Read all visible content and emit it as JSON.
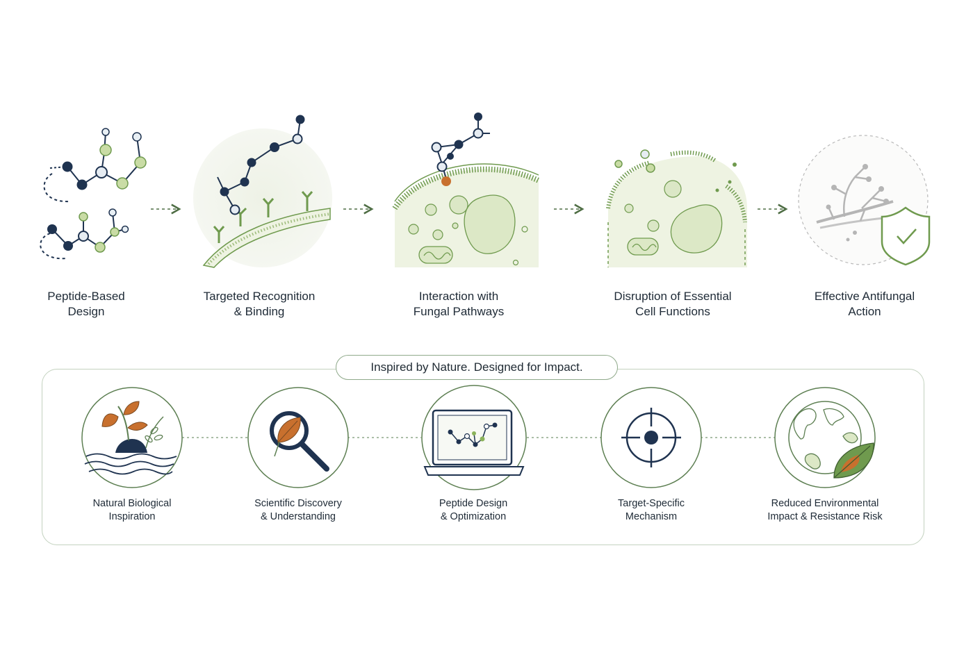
{
  "process": {
    "steps": [
      {
        "line1": "Peptide-Based",
        "line2": "Design"
      },
      {
        "line1": "Targeted Recognition",
        "line2": "& Binding"
      },
      {
        "line1": "Interaction with",
        "line2": "Fungal Pathways"
      },
      {
        "line1": "Disruption of Essential",
        "line2": "Cell Functions"
      },
      {
        "line1": "Effective Antifungal",
        "line2": "Action"
      }
    ]
  },
  "banner": {
    "text": "Inspired by Nature. Designed for Impact."
  },
  "features": [
    {
      "line1": "Natural Biological",
      "line2": "Inspiration",
      "icon": "plant-water-icon"
    },
    {
      "line1": "Scientific Discovery",
      "line2": "& Understanding",
      "icon": "magnifier-leaf-icon"
    },
    {
      "line1": "Peptide Design",
      "line2": "& Optimization",
      "icon": "laptop-peptide-icon"
    },
    {
      "line1": "Target-Specific",
      "line2": "Mechanism",
      "icon": "crosshair-icon"
    },
    {
      "line1": "Reduced Environmental",
      "line2": "Impact & Resistance Risk",
      "icon": "globe-leaf-icon"
    }
  ],
  "colors": {
    "navy": "#1f3350",
    "green": "#6f9a4e",
    "light_green": "#cfe0b8",
    "cell_fill": "#eef3e2",
    "orange": "#c8702e"
  }
}
